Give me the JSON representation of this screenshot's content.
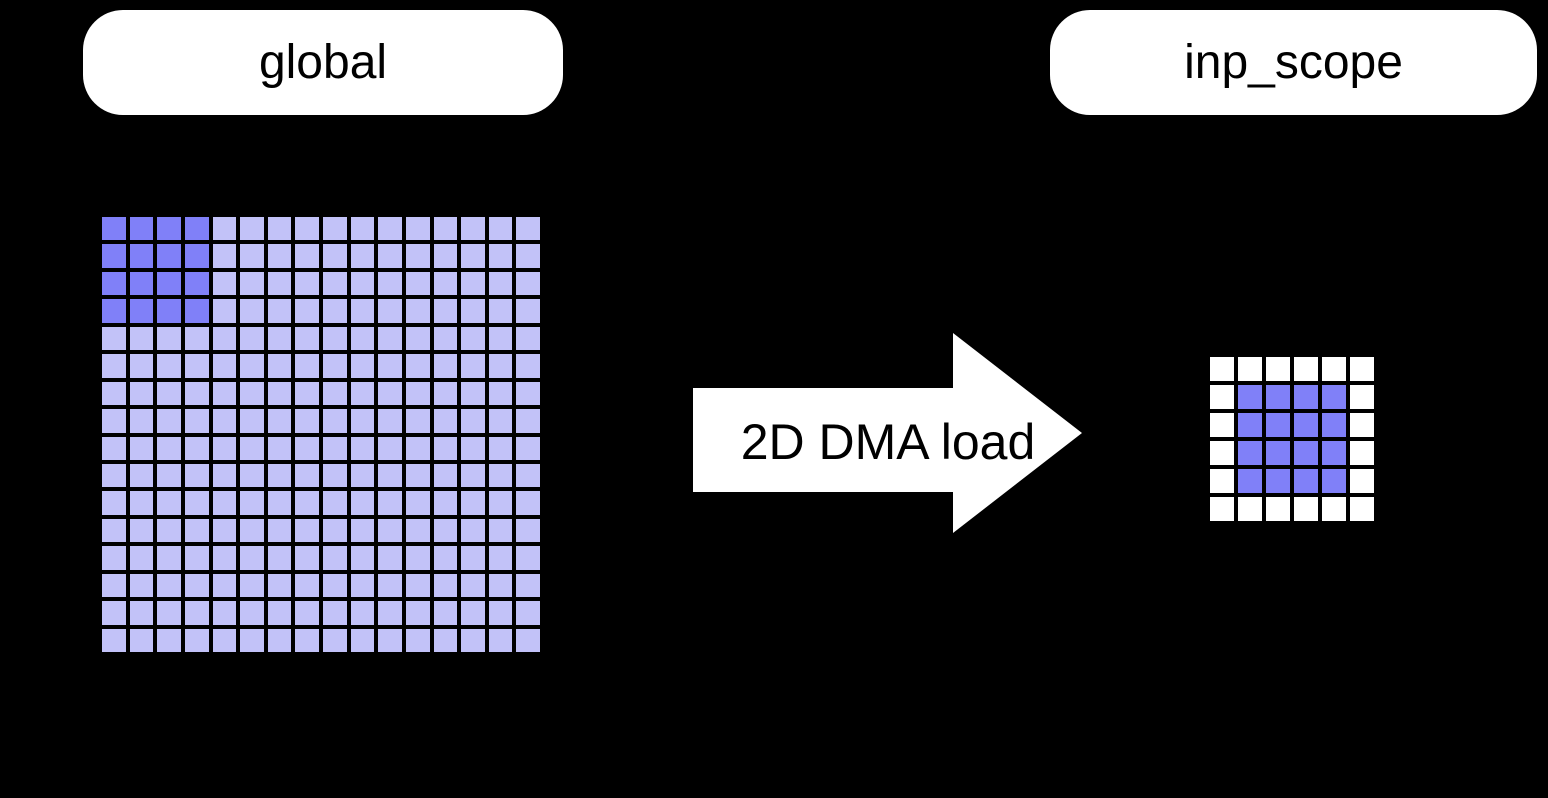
{
  "background_color": "#000000",
  "labels": {
    "global": "global",
    "inp_scope": "inp_scope"
  },
  "arrow": {
    "label": "2D DMA load",
    "fill": "#ffffff",
    "text_color": "#000000"
  },
  "global_grid": {
    "rows": 16,
    "cols": 16,
    "cell_color": "#c2c2f8",
    "highlight_color": "#8080f8",
    "highlight_region": {
      "row_start": 0,
      "col_start": 0,
      "rows": 4,
      "cols": 4
    },
    "gridline_color": "#000000"
  },
  "scope_grid": {
    "rows": 6,
    "cols": 6,
    "cell_color": "#ffffff",
    "highlight_color": "#8080f8",
    "highlight_region": {
      "row_start": 1,
      "col_start": 1,
      "rows": 4,
      "cols": 4
    },
    "gridline_color": "#000000"
  }
}
